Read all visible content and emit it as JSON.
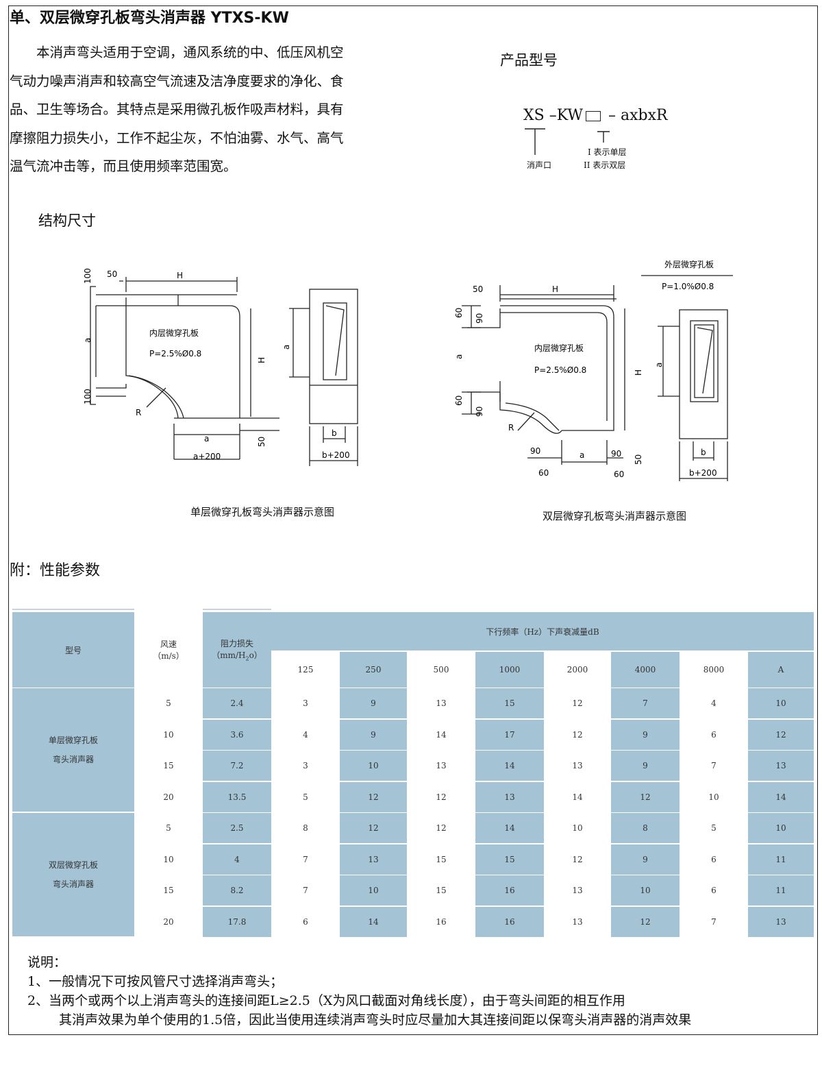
{
  "title": "单、双层微穿孔板弯头消声器 YTXS-KW",
  "intro": [
    "本消声弯头适用于空调，通风系统的中、低压风机空",
    "气动力噪声消声和较高空气流速及洁净度要求的净化、食",
    "品、卫生等场合。其特点是采用微孔板作吸声材料，具有",
    "摩擦阻力损失小，工作不起尘灰，不怕油雾、水气、高气",
    "温气流冲击等，而且使用频率范围宽。"
  ],
  "model": {
    "heading": "产品型号",
    "code_prefix": "XS –KW",
    "code_suffix": "– axbxR",
    "outlet_label": "消声口",
    "single_label": "I 表示单层",
    "double_label": "II 表示双层"
  },
  "structure_heading": "结构尺寸",
  "diagram_single": {
    "caption": "单层微穿孔板弯头消声器示意图",
    "plate_label": "内层微穿孔板",
    "plate_spec": "P=2.5%Ø0.8",
    "dims": {
      "d50": "50",
      "dH": "H",
      "d100a": "100",
      "da": "a",
      "d100b": "100",
      "dR": "R",
      "da2": "a",
      "da200": "a+200",
      "d50b": "50",
      "dH2": "H",
      "da3": "a",
      "db": "b",
      "db200": "b+200"
    }
  },
  "diagram_double": {
    "caption": "双层微穿孔板弯头消声器示意图",
    "outer_label": "外层微穿孔板",
    "outer_spec": "P=1.0%Ø0.8",
    "plate_label": "内层微穿孔板",
    "plate_spec": "P=2.5%Ø0.8",
    "dims": {
      "d50": "50",
      "dH": "H",
      "d60a": "60",
      "d90a": "90",
      "da": "a",
      "d60b": "60",
      "d90b": "90",
      "dR": "R",
      "d90c": "90",
      "d60c": "60",
      "da2": "a",
      "d90d": "90",
      "d60d": "60",
      "d50b": "50",
      "dH2": "H",
      "da3": "a",
      "db": "b",
      "db200": "b+200"
    }
  },
  "perf_heading": "附：性能参数",
  "table": {
    "h_model": "型号",
    "h_speed": "风速",
    "h_speed_unit": "（m/s）",
    "h_resist": "阻力损失",
    "h_resist_unit": "（mm/H",
    "h_resist_sub": "2",
    "h_resist_tail": "o）",
    "h_group": "下行频率（Hz）下声衰减量dB",
    "freqs": [
      "125",
      "250",
      "500",
      "1000",
      "2000",
      "4000",
      "8000",
      "A"
    ],
    "groups": [
      {
        "label1": "单层微穿孔板",
        "label2": "弯头消声器",
        "rows": [
          {
            "speed": "5",
            "resist": "2.4",
            "vals": [
              "3",
              "9",
              "13",
              "15",
              "12",
              "7",
              "4",
              "10"
            ]
          },
          {
            "speed": "10",
            "resist": "3.6",
            "vals": [
              "4",
              "9",
              "14",
              "17",
              "12",
              "9",
              "6",
              "12"
            ]
          },
          {
            "speed": "15",
            "resist": "7.2",
            "vals": [
              "3",
              "10",
              "13",
              "14",
              "13",
              "9",
              "7",
              "13"
            ]
          },
          {
            "speed": "20",
            "resist": "13.5",
            "vals": [
              "5",
              "12",
              "12",
              "13",
              "14",
              "12",
              "10",
              "14"
            ]
          }
        ]
      },
      {
        "label1": "双层微穿孔板",
        "label2": "弯头消声器",
        "rows": [
          {
            "speed": "5",
            "resist": "2.5",
            "vals": [
              "8",
              "12",
              "12",
              "14",
              "10",
              "8",
              "5",
              "10"
            ]
          },
          {
            "speed": "10",
            "resist": "4",
            "vals": [
              "7",
              "13",
              "15",
              "15",
              "12",
              "9",
              "6",
              "11"
            ]
          },
          {
            "speed": "15",
            "resist": "8.2",
            "vals": [
              "7",
              "10",
              "15",
              "16",
              "13",
              "10",
              "6",
              "11"
            ]
          },
          {
            "speed": "20",
            "resist": "17.8",
            "vals": [
              "6",
              "14",
              "16",
              "16",
              "13",
              "12",
              "7",
              "13"
            ]
          }
        ]
      }
    ]
  },
  "notes": {
    "heading": "说明：",
    "item1": "1、一般情况下可按风管尺寸选择消声弯头；",
    "item2": "2、当两个或两个以上消声弯头的连接间距L≥2.5（X为风口截面对角线长度），由于弯头间距的相互作用",
    "item2_cont": "其消声效果为单个使用的1.5倍，因此当使用连续消声弯头时应尽量加大其连接间距以保弯头消声器的消声效果"
  },
  "colors": {
    "header_blue": "#a4c3d5",
    "line": "#222222"
  }
}
